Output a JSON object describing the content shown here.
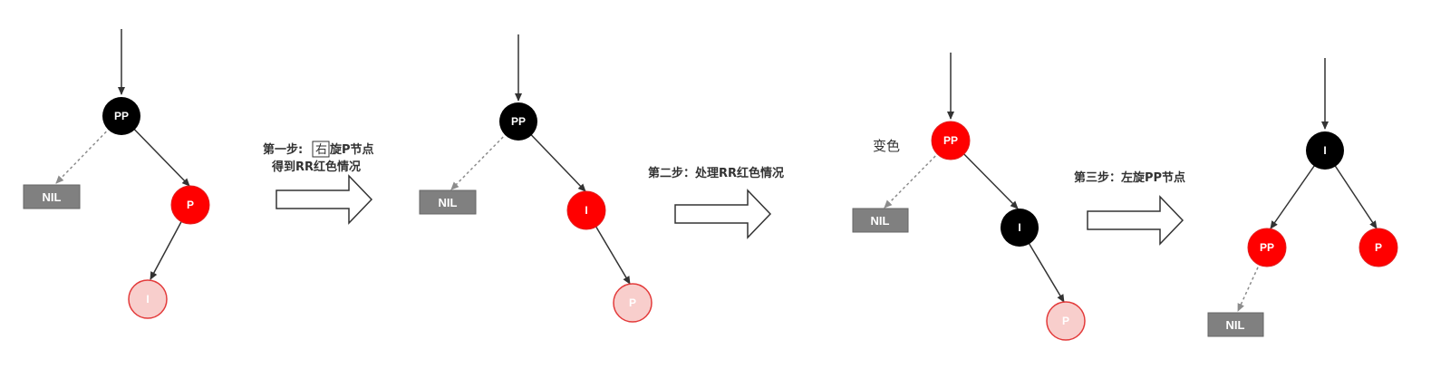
{
  "colors": {
    "black_node": "#000000",
    "red_node": "#ff0000",
    "pink_node": "#f8cecc",
    "pink_border": "#e33b3b",
    "nil_fill": "#808080",
    "edge": "#333333",
    "nil_edge": "#8c8c8c"
  },
  "diagram1": {
    "top": "PP",
    "right": "P",
    "leaf": "I",
    "nil": "NIL"
  },
  "step1": {
    "prefix": "第一步:",
    "boxed": "右",
    "suffix": "旋P节点",
    "line2": "得到RR红色情况"
  },
  "diagram2": {
    "top": "PP",
    "right": "I",
    "leaf": "P",
    "nil": "NIL"
  },
  "step2": {
    "text": "第二步：处理RR红色情况"
  },
  "diagram3": {
    "caption": "变色",
    "top": "PP",
    "right": "I",
    "leaf": "P",
    "nil": "NIL"
  },
  "step3": {
    "text": "第三步：左旋PP节点"
  },
  "diagram4": {
    "top": "I",
    "left": "PP",
    "right": "P",
    "nil": "NIL"
  }
}
